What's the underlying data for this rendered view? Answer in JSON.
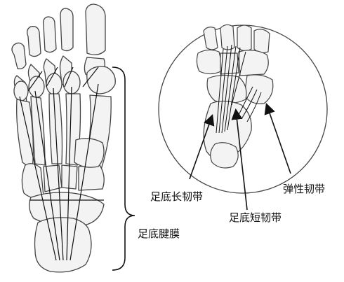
{
  "labels": {
    "plantar_aponeurosis": "足底腱膜",
    "long_plantar_ligament": "足底长韧带",
    "short_plantar_ligament": "足底短韧带",
    "spring_ligament": "弹性韧带"
  },
  "colors": {
    "background": "#ffffff",
    "bone_fill": "#f3f3f3",
    "bone_stroke": "#444444",
    "line": "#111111"
  }
}
